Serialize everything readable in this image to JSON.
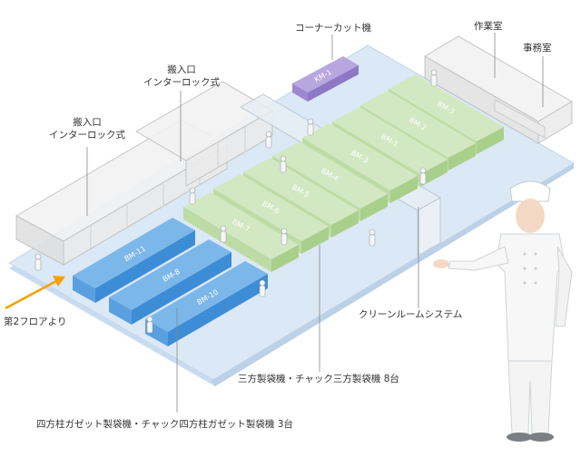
{
  "callouts": {
    "corner_cut": "コーナーカット機",
    "work_room": "作業室",
    "office": "事務室",
    "entrance_right_line1": "搬入口",
    "entrance_right_line2": "インターロック式",
    "entrance_left_line1": "搬入口",
    "entrance_left_line2": "インターロック式",
    "from_2f": "第2フロアより",
    "cleanroom": "クリーンルームシステム",
    "three_side": "三方製袋機・チャック三方製袋機 8台",
    "four_pillar": "四方柱ガゼット製袋機・チャック四方柱ガゼット製袋機 3台"
  },
  "machines": {
    "km1": "KM-1",
    "bm3_top": "BM-3",
    "bm2": "BM-2",
    "bm1": "BM-1",
    "bm3_mid": "BM-3",
    "bm4": "BM-4",
    "bm5": "BM-5",
    "bm6": "BM-6",
    "bm7": "BM-7",
    "bm11": "BM-11",
    "bm8": "BM-8",
    "bm10": "BM-10"
  },
  "colors": {
    "floor": "#dbe8f5",
    "floor_edge": "#b9cfe6",
    "green_top": "#d2e8c2",
    "green_side": "#a9d08a",
    "blue_top": "#7cb7ea",
    "blue_side": "#3d8dd6",
    "purple_top": "#b8a7df",
    "purple_side": "#8e78c6",
    "arrow": "#f4a300"
  }
}
